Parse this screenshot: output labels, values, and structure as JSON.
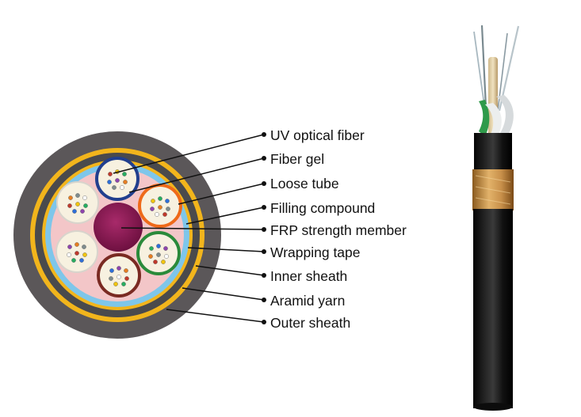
{
  "labels": [
    {
      "key": "uv_fiber",
      "text": "UV optical fiber"
    },
    {
      "key": "fiber_gel",
      "text": "Fiber gel"
    },
    {
      "key": "loose_tube",
      "text": "Loose tube"
    },
    {
      "key": "filling_compound",
      "text": "Filling compound"
    },
    {
      "key": "frp",
      "text": "FRP strength member"
    },
    {
      "key": "wrapping_tape",
      "text": "Wrapping tape"
    },
    {
      "key": "inner_sheath",
      "text": "Inner sheath"
    },
    {
      "key": "aramid_yarn",
      "text": "Aramid yarn"
    },
    {
      "key": "outer_sheath",
      "text": "Outer sheath"
    }
  ],
  "colors": {
    "outer_sheath": "#5a5658",
    "aramid_yarn": "#f2b51c",
    "inner_sheath": "#4a4a4c",
    "wrapping_tape": "#7ec6ea",
    "filling_compound": "#f3c6c8",
    "frp": "#8a1a52",
    "tube_white": "#e8e6e0",
    "tube_blue": "#213f8e",
    "tube_orange": "#ee6a1a",
    "tube_green": "#2a8a3a",
    "tube_brown": "#7a2a22",
    "jacket_black": "#121212"
  }
}
